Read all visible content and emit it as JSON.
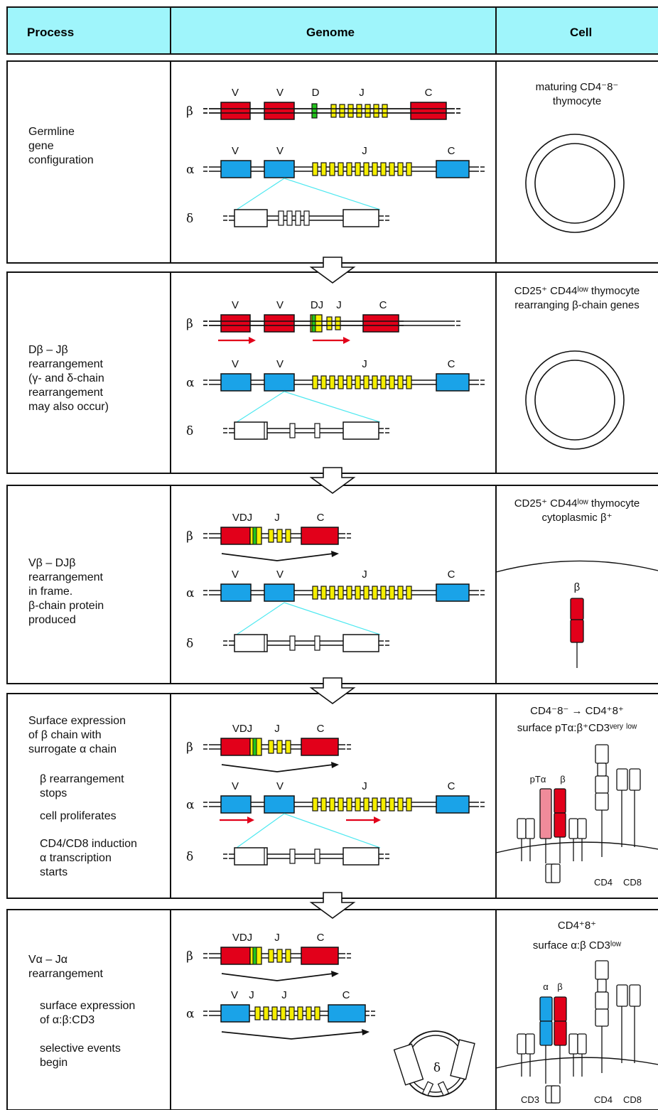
{
  "header": {
    "process": "Process",
    "genome": "Genome",
    "cell": "Cell",
    "bg_color": "#9ff5fb"
  },
  "colors": {
    "red": "#e2001a",
    "blue": "#1aa3e8",
    "yellow": "#f5ee00",
    "green": "#22c41c",
    "pink": "#f08b9a",
    "cyan_line": "#4de8f0",
    "arrow_red": "#e2001a"
  },
  "gene_labels": {
    "V": "V",
    "D": "D",
    "J": "J",
    "C": "C",
    "DJ": "DJ",
    "VDJ": "VDJ",
    "beta": "β",
    "alpha": "α",
    "delta": "δ"
  },
  "rows": [
    {
      "process_lines": [
        "Germline",
        "gene",
        "configuration"
      ],
      "cell_lines": [
        "maturing CD4⁻8⁻",
        "thymocyte"
      ]
    },
    {
      "process_lines": [
        "Dβ – Jβ",
        "rearrangement",
        "(γ- and δ-chain",
        "rearrangement",
        "may also occur)"
      ],
      "cell_lines": [
        "CD25⁺ CD44ˡᵒʷ thymocyte",
        "rearranging β-chain genes"
      ]
    },
    {
      "process_lines": [
        "Vβ – DJβ",
        "rearrangement",
        "in frame.",
        "β-chain protein",
        "produced"
      ],
      "cell_lines": [
        "CD25⁺ CD44ˡᵒʷ thymocyte",
        "cytoplasmic β⁺"
      ],
      "protein_label": "β"
    },
    {
      "process_lines": [
        "Surface expression",
        "of β chain with",
        "surrogate α chain"
      ],
      "process_sub": [
        "β rearrangement",
        "stops",
        "cell proliferates",
        "CD4/CD8 induction",
        "α transcription",
        "starts"
      ],
      "cell_lines": [
        "CD4⁻8⁻ → CD4⁺8⁺",
        "surface pTα:β⁺CD3ᵛᵉʳʸ ˡᵒʷ"
      ],
      "protein_labels": [
        "pTα",
        "β",
        "CD4",
        "CD8"
      ]
    },
    {
      "process_lines": [
        "Vα – Jα",
        "rearrangement"
      ],
      "process_sub": [
        "surface expression",
        "of α:β:CD3",
        "selective events",
        "begin"
      ],
      "cell_lines": [
        "CD4⁺8⁺",
        "surface α:β  CD3ˡᵒʷ"
      ],
      "protein_labels": [
        "α",
        "β",
        "CD3",
        "CD4",
        "CD8"
      ],
      "excised_label": "δ"
    }
  ]
}
